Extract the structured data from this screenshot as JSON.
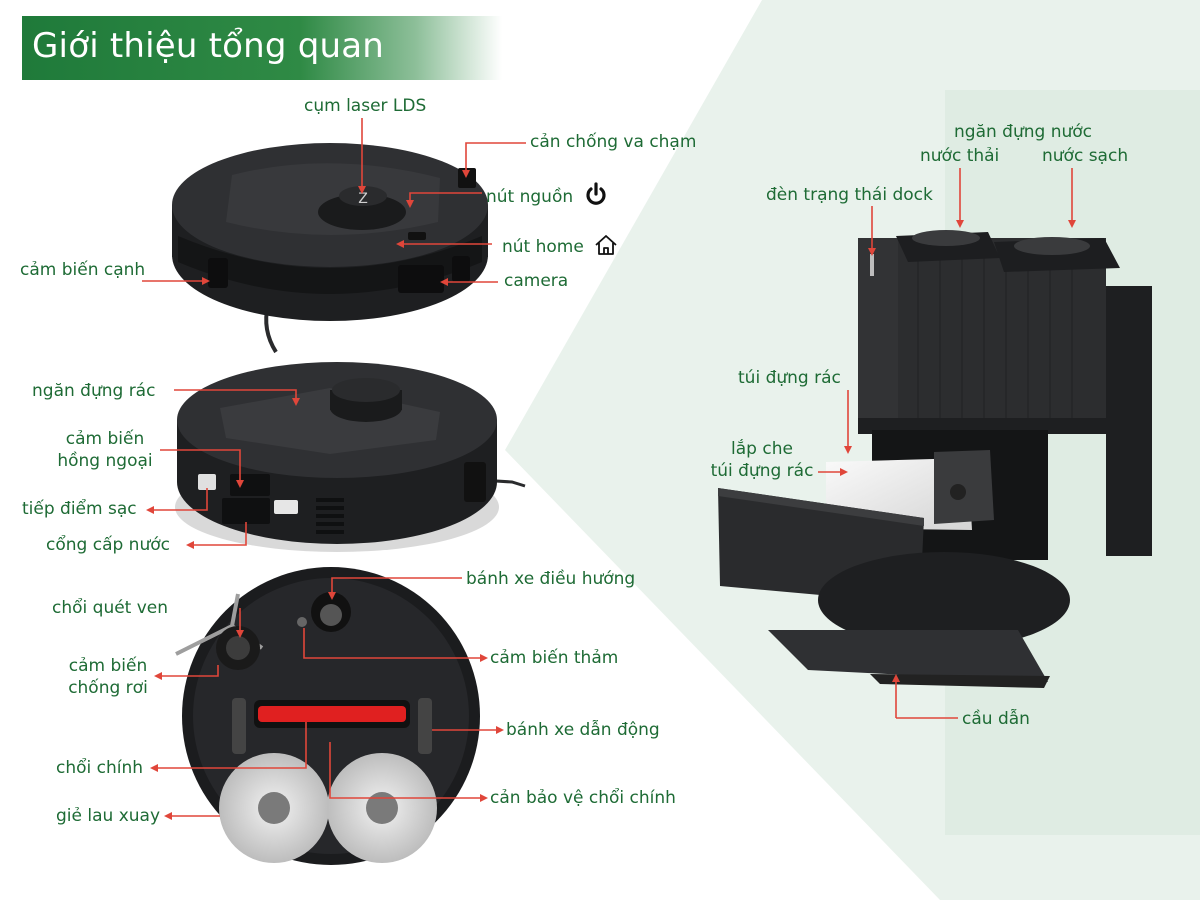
{
  "title": "Giới thiệu tổng quan",
  "colors": {
    "label_text": "#1e6b35",
    "title_bg": "#2f8a45",
    "pointer": "#e0463a",
    "panel_bg": "#e9f2ec",
    "product_body": "#2a2b2d"
  },
  "icons": [
    "power-icon",
    "home-icon"
  ],
  "robot_top": {
    "laser": "cụm laser LDS",
    "bumper": "cản chống va chạm",
    "power": "nút nguồn",
    "home": "nút home",
    "side_sensor": "cảm biến cạnh",
    "camera": "camera"
  },
  "robot_rear": {
    "dustbin": "ngăn đựng rác",
    "ir_line1": "cảm biến",
    "ir_line2": "hồng ngoại",
    "charge": "tiếp điểm sạc",
    "water_port": "cổng cấp nước"
  },
  "robot_bottom": {
    "side_brush": "chổi quét ven",
    "cliff_line1": "cảm biến",
    "cliff_line2": "chống rơi",
    "main_brush": "chổi chính",
    "mop": "giẻ lau xuay",
    "caster": "bánh xe điều hướng",
    "carpet": "cảm biến thảm",
    "drive_wheel": "bánh xe dẫn động",
    "brush_guard": "cản bảo vệ chổi chính"
  },
  "dock": {
    "tank_header": "ngăn đựng nước",
    "dirty_water": "nước thải",
    "clean_water": "nước sạch",
    "status_light": "đèn trạng thái dock",
    "dust_bag": "túi đựng rác",
    "bag_cover_line1": "lắp che",
    "bag_cover_line2": "túi đựng rác",
    "ramp": "cầu dẫn"
  }
}
